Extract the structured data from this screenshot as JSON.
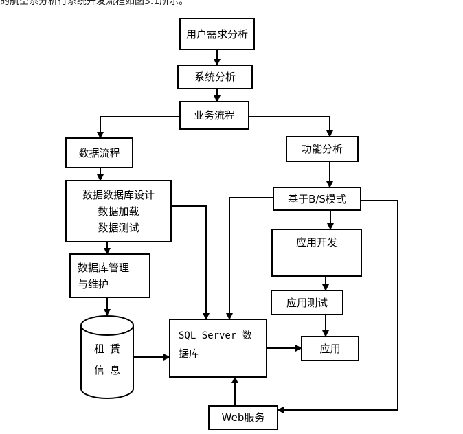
{
  "top_text": "的航空系分析行系统开发流程如图3.1所示。",
  "nodes": {
    "user_req": "用户需求分析",
    "sys_analysis": "系统分析",
    "biz_flow": "业务流程",
    "data_flow": "数据流程",
    "func_analysis": "功能分析",
    "db_design": [
      "数据数据库设计",
      "数据加载",
      "数据测试"
    ],
    "bs_mode": "基于B/S模式",
    "app_dev": "应用开发",
    "db_mgmt": [
      "数据库管理",
      "与维护"
    ],
    "app_test": "应用测试",
    "sql_server": [
      "SQL Server 数",
      "据库"
    ],
    "app": "应用",
    "web_service": "Web服务",
    "rental_info": [
      "租赁",
      "信息"
    ]
  }
}
